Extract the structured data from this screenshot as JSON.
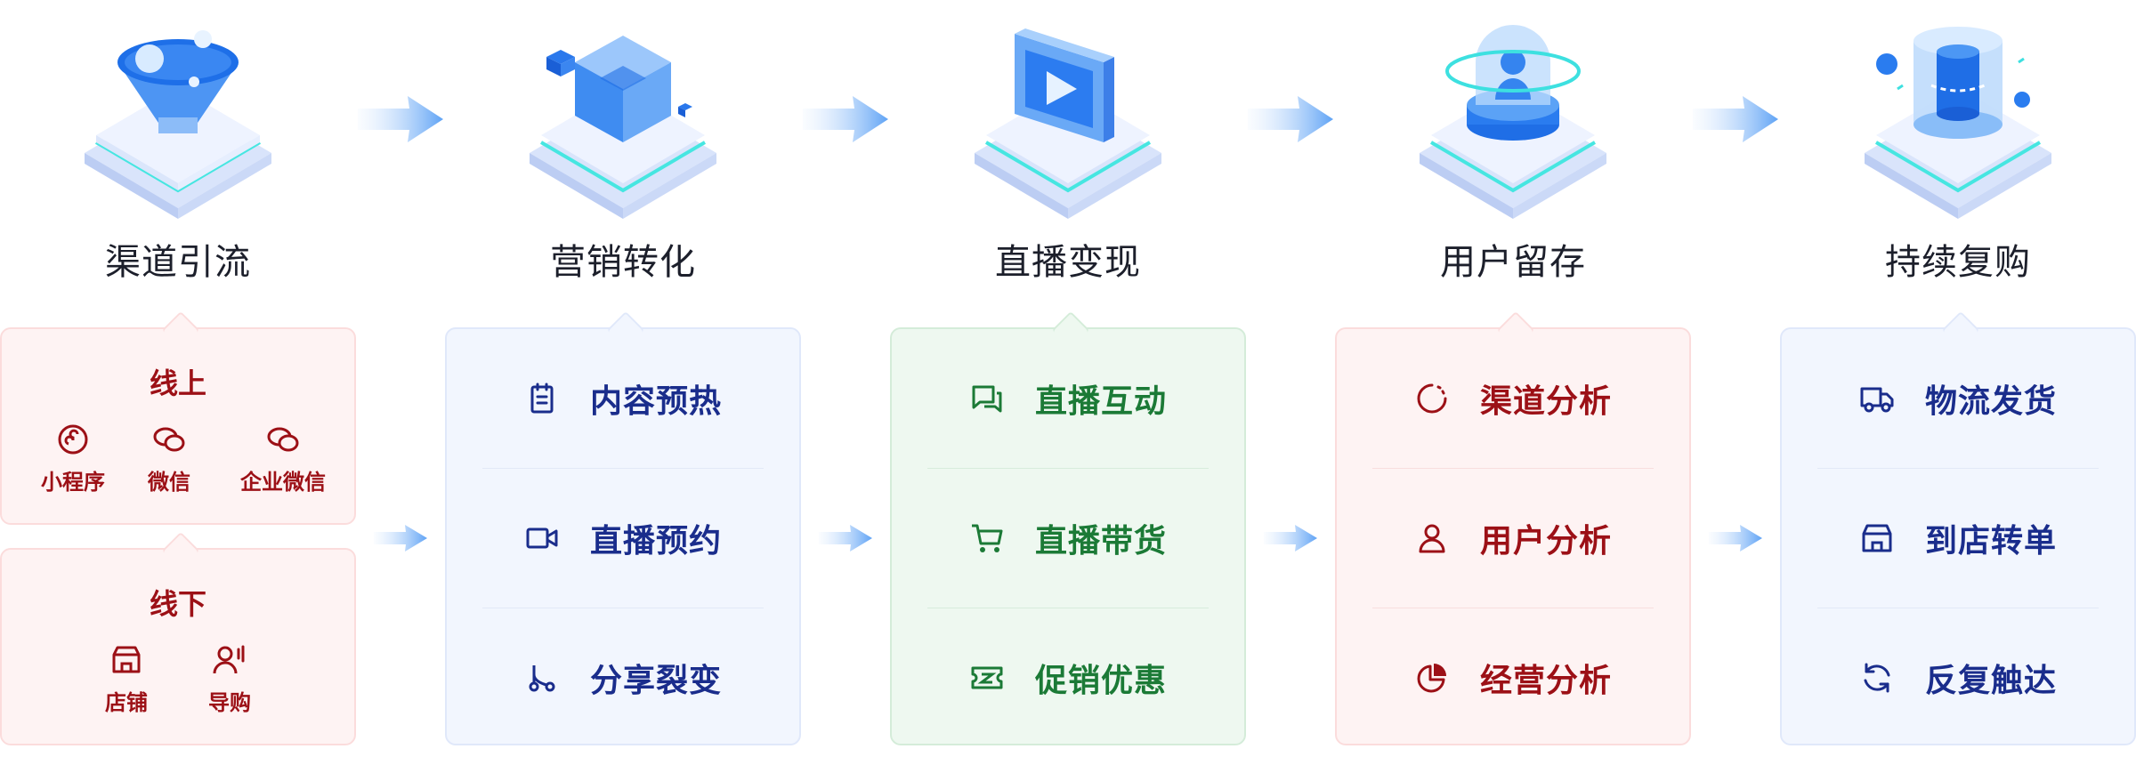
{
  "stages": [
    {
      "title": "渠道引流"
    },
    {
      "title": "营销转化",
      "items": [
        "内容预热",
        "直播预约",
        "分享裂变"
      ]
    },
    {
      "title": "直播变现",
      "items": [
        "直播互动",
        "直播带货",
        "促销优惠"
      ]
    },
    {
      "title": "用户留存",
      "items": [
        "渠道分析",
        "用户分析",
        "经营分析"
      ]
    },
    {
      "title": "持续复购",
      "items": [
        "物流发货",
        "到店转单",
        "反复触达"
      ]
    }
  ],
  "channel": {
    "online": {
      "title": "线上",
      "items": [
        "小程序",
        "微信",
        "企业微信"
      ]
    },
    "offline": {
      "title": "线下",
      "items": [
        "店铺",
        "导购"
      ]
    }
  },
  "colors": {
    "blue": "#1a2d8c",
    "red": "#9c1016",
    "green": "#1b7a36",
    "title": "#1c1f2b"
  }
}
